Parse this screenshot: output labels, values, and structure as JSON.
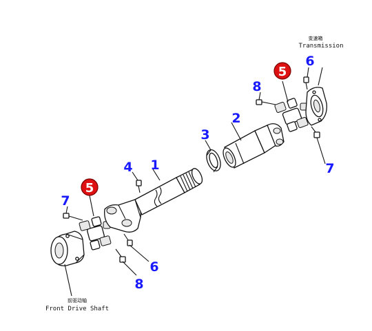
{
  "diagram": {
    "labels": {
      "transmission_cn": "变速箱",
      "transmission_en": "Transmission",
      "front_shaft_cn": "前驱动轴",
      "front_shaft_en": "Front Drive Shaft"
    },
    "callouts": {
      "shaft_1": "1",
      "tube_2": "2",
      "ring_3": "3",
      "grease_4": "4",
      "spider_5_upper": "5",
      "spider_5_lower": "5",
      "bolt_6_upper": "6",
      "bolt_6_lower": "6",
      "bolt_7_upper": "7",
      "bolt_7_lower": "7",
      "bolt_8_upper": "8",
      "bolt_8_lower": "8"
    },
    "colors": {
      "callout": "#1a1aff",
      "badge_fill": "#dd1111",
      "badge_text": "#ffffff",
      "line": "#111111"
    }
  }
}
